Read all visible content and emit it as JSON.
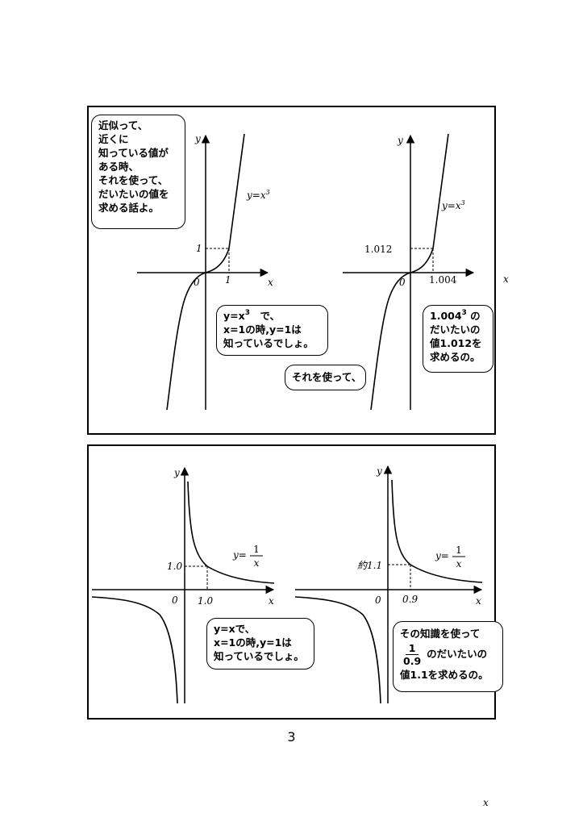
{
  "panel1": {
    "intro": [
      "近似って、",
      "近くに",
      "知っている値が",
      "ある時、",
      "それを使って、",
      "だいたいの値を",
      "求める話よ。"
    ],
    "bubble_known": {
      "line1_a": "y=x",
      "line1_exp": "3",
      "line1_b": "　で、",
      "line2": "x=1の時,y=1は",
      "line3": "知っているでしょ。"
    },
    "bubble_use": "それを使って、",
    "bubble_approx": {
      "line1_a": "1.004",
      "line1_exp": "3",
      "line1_b": " の",
      "line2": "だいたいの",
      "line3": "値1.012を",
      "line4": "求めるの。"
    },
    "graph_left": {
      "y_axis": "y",
      "x_axis": "x",
      "origin": "0",
      "curve_label": "y=x",
      "curve_exp": "3",
      "x_mark": "1",
      "y_mark": "1"
    },
    "graph_right": {
      "y_axis": "y",
      "x_axis": "x",
      "origin": "0",
      "curve_label": "y=x",
      "curve_exp": "3",
      "x_mark": "1.004",
      "y_mark": "1.012"
    }
  },
  "panel2": {
    "bubble_known": {
      "line1": "y=xで、",
      "line2": "x=1の時,y=1は",
      "line3": "知っているでしょ。"
    },
    "bubble_approx": {
      "line1": "その知識を使って",
      "frac_num": "1",
      "frac_den": "0.9",
      "line2_b": "のだいたいの",
      "line3": "値1.1を求めるの。"
    },
    "graph_left": {
      "y_axis": "y",
      "x_axis": "x",
      "origin": "0",
      "curve_prefix": "y=",
      "frac_num": "1",
      "frac_den": "x",
      "x_mark": "1.0",
      "y_mark": "1.0"
    },
    "graph_right": {
      "y_axis": "y",
      "x_axis": "x",
      "origin": "0",
      "curve_prefix": "y=",
      "frac_num": "1",
      "frac_den": "x",
      "x_mark": "0.9",
      "y_mark": "約1.1"
    }
  },
  "page_number": "3",
  "stray_label": "x"
}
